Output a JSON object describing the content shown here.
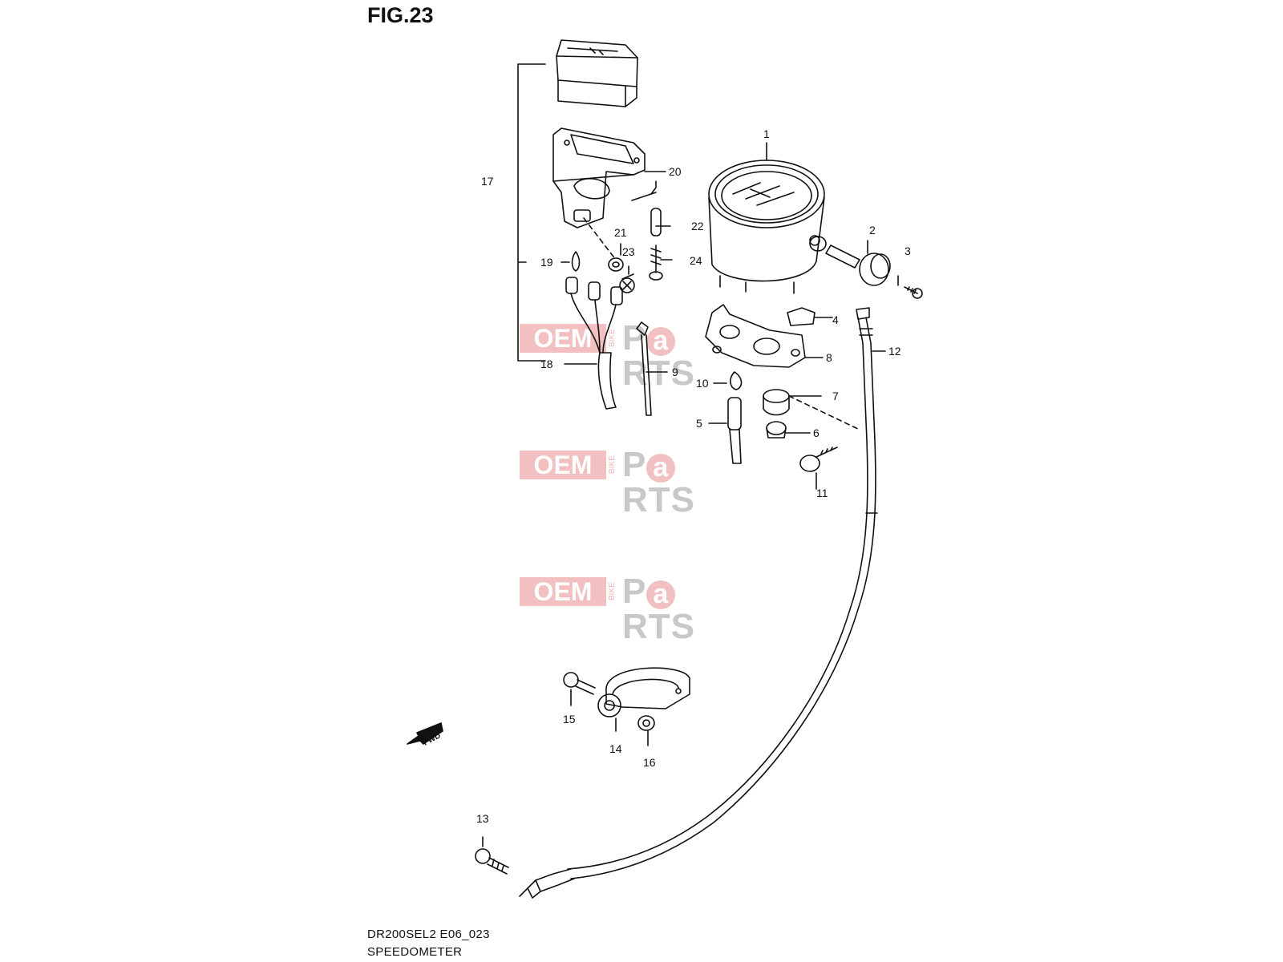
{
  "figure": {
    "title": "FIG.23"
  },
  "footer": {
    "model_code": "DR200SEL2 E06_023",
    "section_name": "SPEEDOMETER"
  },
  "watermark": {
    "oem": "OEM",
    "bike": "BIKE",
    "parts_p": "P",
    "parts_a": "a",
    "parts_rts": "RTS"
  },
  "fwd_arrow": {
    "label": "FWD"
  },
  "callouts": {
    "c1": "1",
    "c2": "2",
    "c3": "3",
    "c4": "4",
    "c5": "5",
    "c6": "6",
    "c7": "7",
    "c8": "8",
    "c9": "9",
    "c10": "10",
    "c11": "11",
    "c12": "12",
    "c13": "13",
    "c14": "14",
    "c15": "15",
    "c16": "16",
    "c17": "17",
    "c18": "18",
    "c19": "19",
    "c20": "20",
    "c21": "21",
    "c22": "22",
    "c23": "23",
    "c24": "24"
  },
  "colors": {
    "line": "#111111",
    "watermark_red": "#f2c0c0",
    "watermark_grey": "#c8c8c8"
  }
}
